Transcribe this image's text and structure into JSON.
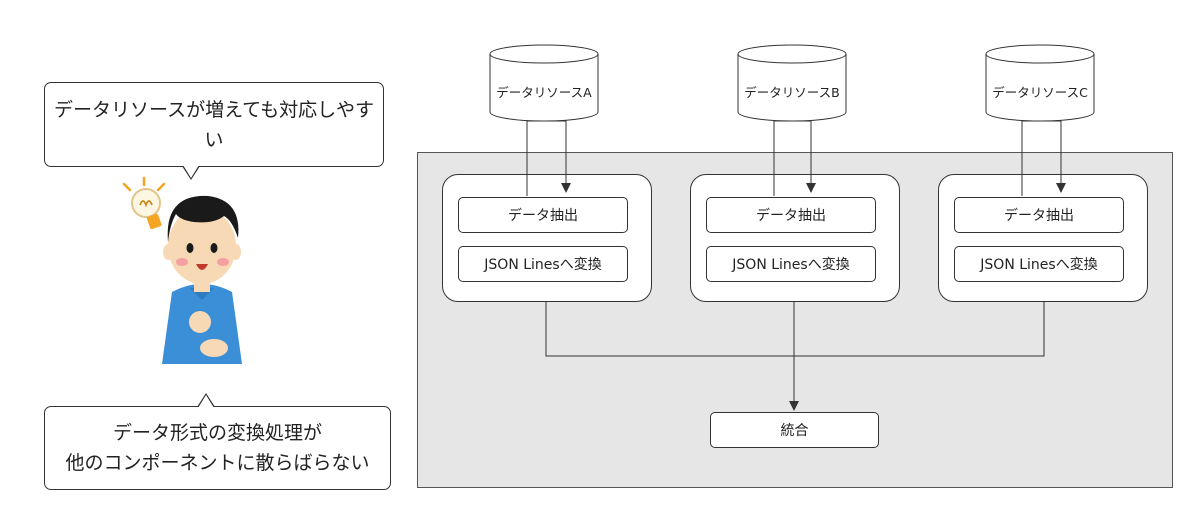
{
  "bubbles": {
    "top": "データリソースが増えても対応しやすい",
    "bottom_line1": "データ形式の変換処理が",
    "bottom_line2": "他のコンポーネントに散らばらない"
  },
  "sources": [
    {
      "label": "データリソースA"
    },
    {
      "label": "データリソースB"
    },
    {
      "label": "データリソースC"
    }
  ],
  "pipelines": [
    {
      "extract": "データ抽出",
      "convert": "JSON Linesへ変換"
    },
    {
      "extract": "データ抽出",
      "convert": "JSON Linesへ変換"
    },
    {
      "extract": "データ抽出",
      "convert": "JSON Linesへ変換"
    }
  ],
  "merge": "統合",
  "colors": {
    "system_background": "#e6e6e6",
    "shirt": "#3a8fd6",
    "hair": "#1a1a1a",
    "skin": "#f7d9b5",
    "bulb": "#f4a623"
  }
}
